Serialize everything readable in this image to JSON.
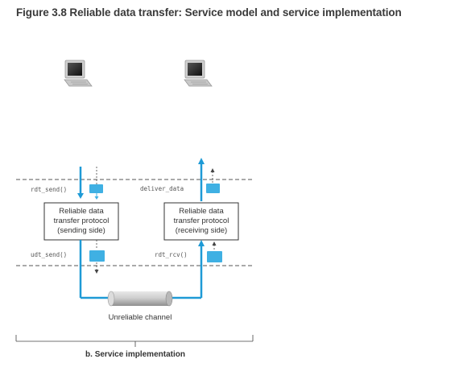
{
  "figure": {
    "title": "Figure 3.8 Reliable data transfer: Service model and service implementation",
    "subfigure_caption": "b. Service implementation"
  },
  "sender": {
    "upper_call": "rdt_send()",
    "lower_call": "udt_send()",
    "protocol_lines": [
      "Reliable data",
      "transfer protocol",
      "(sending side)"
    ]
  },
  "receiver": {
    "upper_call": "deliver_data",
    "lower_call": "rdt_rcv()",
    "protocol_lines": [
      "Reliable data",
      "transfer protocol",
      "(receiving side)"
    ]
  },
  "channel": {
    "label": "Unreliable channel"
  },
  "icons": [
    "computer-icon",
    "packet-icon",
    "pipe-icon"
  ],
  "colors": {
    "accent_blue": "#1e9ad6",
    "packet_blue": "#3fb0e3",
    "dashed_line": "#555555",
    "box_border": "#333333"
  }
}
